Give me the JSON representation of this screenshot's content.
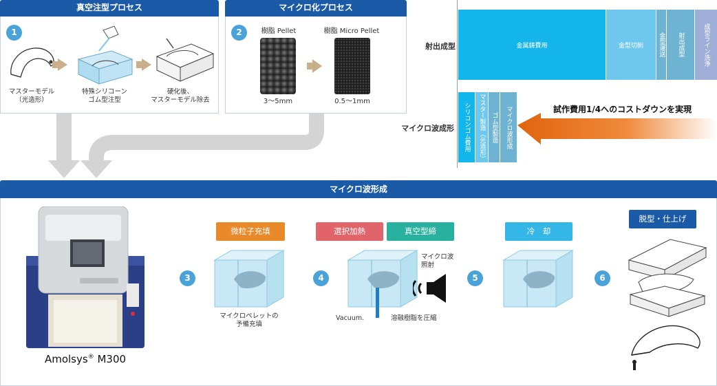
{
  "vacuum_panel": {
    "title": "真空注型プロセス",
    "step": "1",
    "captions": [
      "マスターモデル\n（光造形）",
      "特殊シリコーン\nゴム型注型",
      "硬化後、\nマスターモデル除去"
    ]
  },
  "micro_panel": {
    "title": "マイクロ化プロセス",
    "step": "2",
    "pellet_label": "樹脂 Pellet",
    "micro_label": "樹脂 Micro Pellet",
    "pellet_size": "3〜5mm",
    "micro_size": "0.5〜1mm"
  },
  "cost_chart": {
    "row_injection": "射出成型",
    "row_microwave": "マイクロ波成形",
    "injection_cells": [
      "金属鋳費用",
      "金型切削",
      "金型運送",
      "射出成型",
      "成型ライン洗浄"
    ],
    "microwave_cells": [
      "シリコンゴム費用",
      "マスター製造（光造形）",
      "ゴム型製造",
      "マイクロ波形成"
    ],
    "arrow_label": "試作費用1/4へのコストダウンを実現",
    "colors": {
      "primary": "#13b5ea",
      "light": "#6ec8ee",
      "steel": "#6fb3d2"
    }
  },
  "main_panel": {
    "title": "マイクロ波形成",
    "machine_name": "Amolsys",
    "machine_reg": "®",
    "machine_model": " M300",
    "steps": [
      "3",
      "4",
      "5",
      "6"
    ],
    "labels": {
      "fill": "微粒子充填",
      "select_heat": "選択加熱",
      "vacuum_clamp": "真空型締",
      "cool": "冷　却",
      "demold": "脱型・仕上げ"
    },
    "colors": {
      "fill": "#e8892a",
      "select_heat": "#e0646a",
      "vacuum_clamp": "#28b19e",
      "cool": "#34b7e6",
      "demold": "#1a5aa6"
    },
    "step3_caption": "マイクロペレットの\n予備充填",
    "vacuum_text": "Vacuum.",
    "press_text": "溶融樹脂を圧縮",
    "microwave_text": "マイクロ波\n照射"
  }
}
